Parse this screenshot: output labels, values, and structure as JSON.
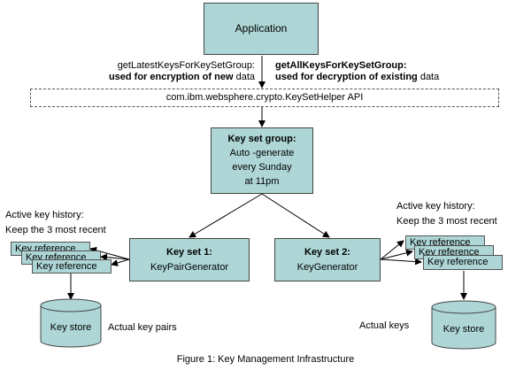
{
  "application": {
    "label": "Application"
  },
  "left_call": {
    "line1": "getLatestKeysForKeySetGroup:",
    "line2_pre": "used for encryption of ",
    "line2_bold": "new",
    "line2_post": " data"
  },
  "right_call": {
    "line1": "getAllKeysForKeySetGroup:",
    "line2_pre": "used for decryption of ",
    "line2_bold": "existing",
    "line2_post": " data"
  },
  "api": {
    "label": "com.ibm.websphere.crypto.KeySetHelper API"
  },
  "group": {
    "title": "Key set group:",
    "lines": [
      "Auto -generate",
      "every Sunday",
      "at 11pm"
    ]
  },
  "keyset1": {
    "title": "Key set 1:",
    "sub": "KeyPairGenerator"
  },
  "keyset2": {
    "title": "Key set 2:",
    "sub": "KeyGenerator"
  },
  "left_history": {
    "line1": "Active key history:",
    "line2": "Keep the 3 most recent"
  },
  "right_history": {
    "line1": "Active key history:",
    "line2": "Keep the 3 most recent"
  },
  "key_reference": "Key reference",
  "key_reference_partial": "Key reference",
  "key_store": "Key store",
  "left_store_caption": "Actual key pairs",
  "right_store_caption": "Actual keys",
  "caption": "Figure 1:  Key Management Infrastructure",
  "colors": {
    "box_fill": "#aed6d6",
    "border": "#444444"
  }
}
